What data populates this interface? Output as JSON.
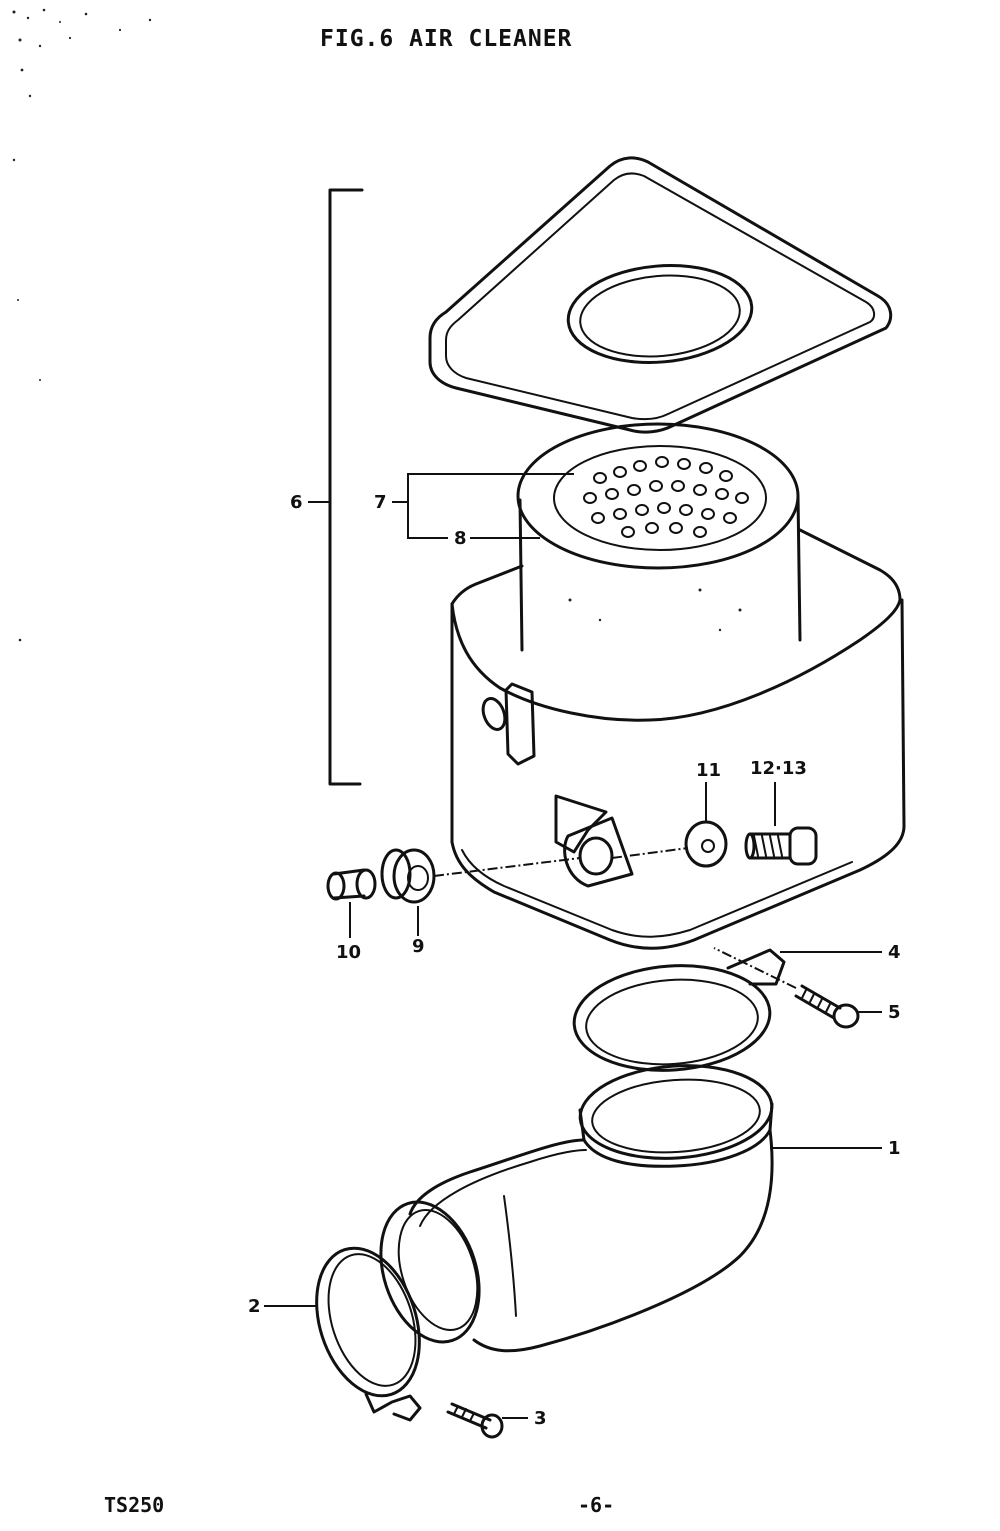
{
  "figure": {
    "title": "FIG.6  AIR CLEANER"
  },
  "callouts": {
    "c1": "1",
    "c2": "2",
    "c3": "3",
    "c4": "4",
    "c5": "5",
    "c6": "6",
    "c7": "7",
    "c8": "8",
    "c9": "9",
    "c10": "10",
    "c11": "11",
    "c12_13": "12·13"
  },
  "footer": {
    "model": "TS250",
    "page": "-6-"
  }
}
